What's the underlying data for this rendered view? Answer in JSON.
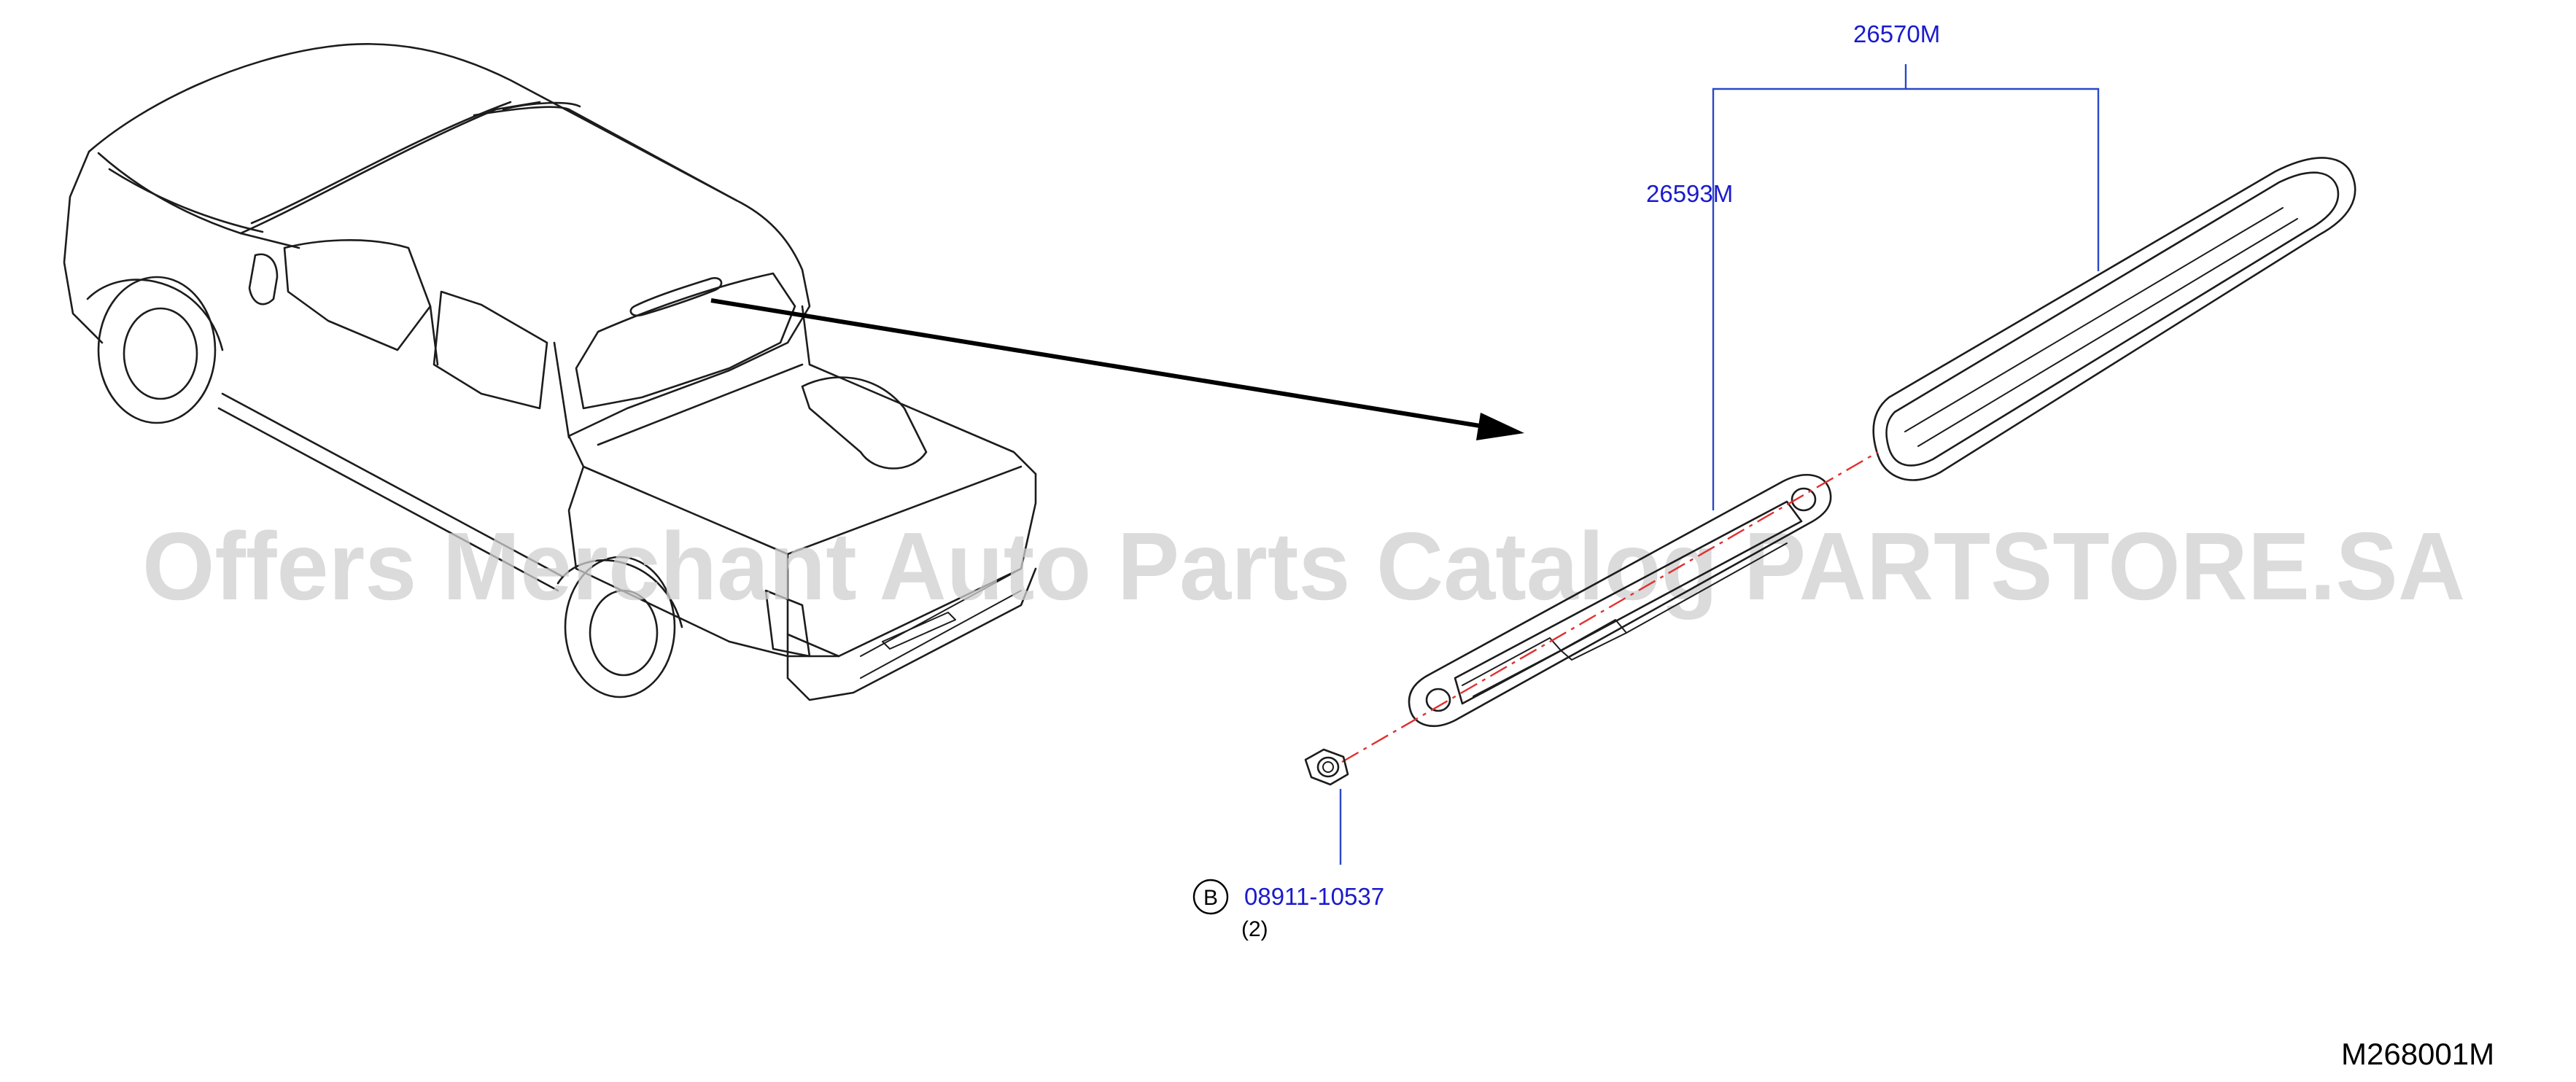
{
  "watermark": "Offers Merchant Auto Parts Catalog PARTSTORE.SA",
  "diagram_id": "M268001M",
  "parts": {
    "lamp_assembly": "26570M",
    "gasket": "26593M",
    "nut": {
      "badge": "B",
      "number": "08911-10537",
      "quantity": "(2)"
    }
  },
  "colors": {
    "leader_line": "#2a48c8",
    "part_number_text": "#1a1acc",
    "center_line": "#e03030",
    "watermark": "#cfcfcf"
  }
}
